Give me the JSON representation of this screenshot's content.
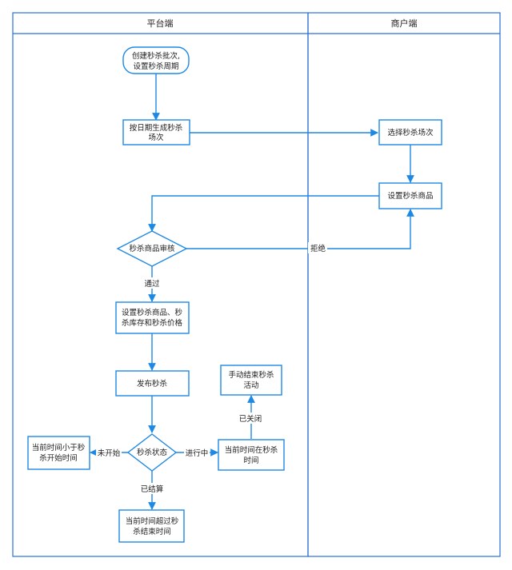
{
  "colors": {
    "stroke": "#1e88e5",
    "lane_border": "#2a6fd6",
    "fill": "#ffffff",
    "text": "#222222"
  },
  "lanes": {
    "platform": "平台端",
    "merchant": "商户端"
  },
  "nodes": {
    "create_batch": [
      "创建秒杀批次,",
      "设置秒杀周期"
    ],
    "gen_sessions": [
      "按日期生成秒杀",
      "场次"
    ],
    "choose_session": [
      "选择秒杀场次"
    ],
    "set_goods": [
      "设置秒杀商品"
    ],
    "review": [
      "秒杀商品审核"
    ],
    "set_stock_price": [
      "设置秒杀商品、秒",
      "杀库存和秒杀价格"
    ],
    "publish": [
      "发布秒杀"
    ],
    "status": [
      "秒杀状态"
    ],
    "manual_end": [
      "手动结束秒杀",
      "活动"
    ],
    "in_time": [
      "当前时间在秒杀",
      "时间"
    ],
    "before_start": [
      "当前时间小于秒",
      "杀开始时间"
    ],
    "after_end": [
      "当前时间超过秒",
      "杀结束时间"
    ]
  },
  "edge_labels": {
    "reject": "拒绝",
    "pass": "通过",
    "not_started": "未开始",
    "in_progress": "进行中",
    "closed": "已关闭",
    "settled": "已结算"
  }
}
